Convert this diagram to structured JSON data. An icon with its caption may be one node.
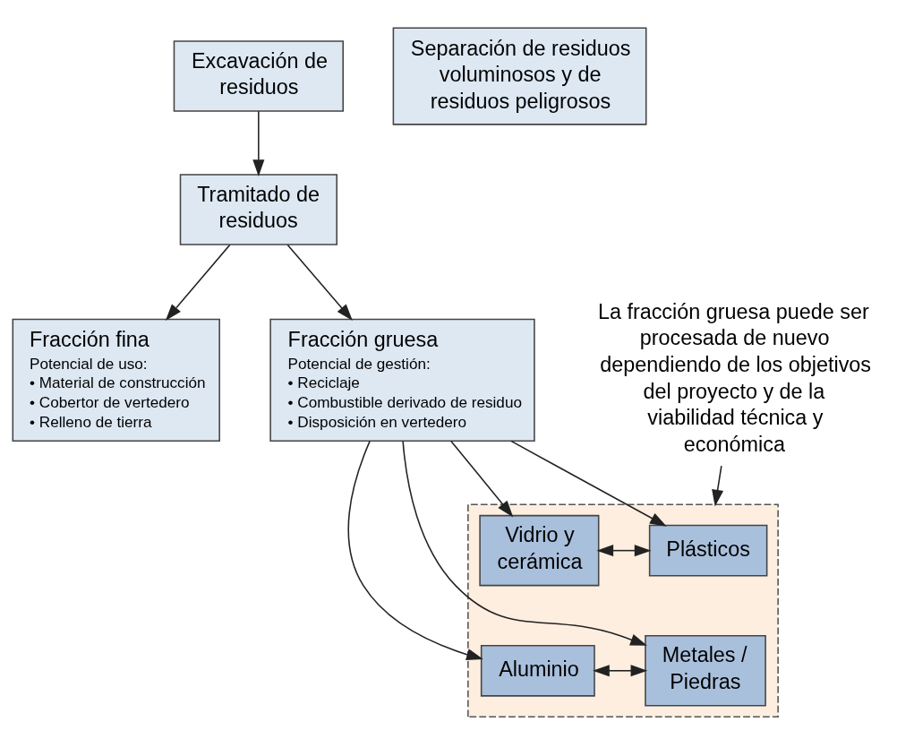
{
  "diagram": {
    "nodes": [
      {
        "text": [
          "Excavación de residuos"
        ]
      },
      {
        "text": [
          "Separación de residuos voluminosos y de residuos peligrosos"
        ]
      },
      {
        "text": [
          "Tramitado de residuos"
        ]
      },
      {
        "text": [
          "Fracción gruesa",
          "Potencial de gestión:",
          "• Reciclaje",
          "• Combustible derivado de residuo",
          "• Disposición en vertedero"
        ]
      },
      {
        "text": [
          "Fracción fina",
          "Potencial de uso:",
          "• Material de construcción",
          "• Cobertor de vertedero",
          "• Relleno de tierra"
        ]
      },
      {
        "text": [],
        "shape": "box"
      },
      {
        "text": [
          "Plásticos"
        ],
        "in": 5
      },
      {
        "text": [
          "Vidrio y cerámica"
        ],
        "in": 5
      },
      {
        "text": [
          "Metales / Piedras"
        ],
        "in": 5
      },
      {
        "text": [
          "Aluminio"
        ],
        "in": 5
      },
      {
        "text": [
          "La fracción gruesa puede ser procesada de nuevo dependiendo de los objetivos del proyecto y de la viabilidad técnica y económica"
        ]
      }
    ],
    "edges": [
      {
        "from": 0,
        "to": 2,
        "arrow": "to"
      },
      {
        "from": 2,
        "to": 3,
        "arrow": "to"
      },
      {
        "from": 2,
        "to": 4,
        "arrow": "to"
      },
      {
        "from": 3,
        "to": 6,
        "arrow": "to"
      },
      {
        "from": 3,
        "to": 7,
        "arrow": "to"
      },
      {
        "from": 3,
        "to": 8,
        "arrow": "to"
      },
      {
        "from": 3,
        "to": 9,
        "arrow": "to"
      },
      {
        "from": 6,
        "to": 7,
        "arrow": "both"
      },
      {
        "from": 8,
        "to": 9,
        "arrow": "both"
      },
      {
        "from": 10,
        "to": 5,
        "arrow": "to"
      }
    ]
  }
}
